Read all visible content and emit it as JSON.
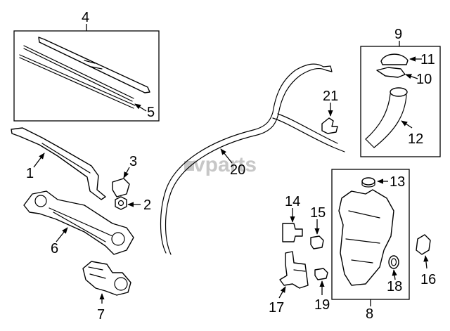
{
  "callouts": {
    "c1": "1",
    "c2": "2",
    "c3": "3",
    "c4": "4",
    "c5": "5",
    "c6": "6",
    "c7": "7",
    "c8": "8",
    "c9": "9",
    "c10": "10",
    "c11": "11",
    "c12": "12",
    "c13": "13",
    "c14": "14",
    "c15": "15",
    "c16": "16",
    "c17": "17",
    "c18": "18",
    "c19": "19",
    "c20": "20",
    "c21": "21"
  },
  "watermark": "vparts"
}
